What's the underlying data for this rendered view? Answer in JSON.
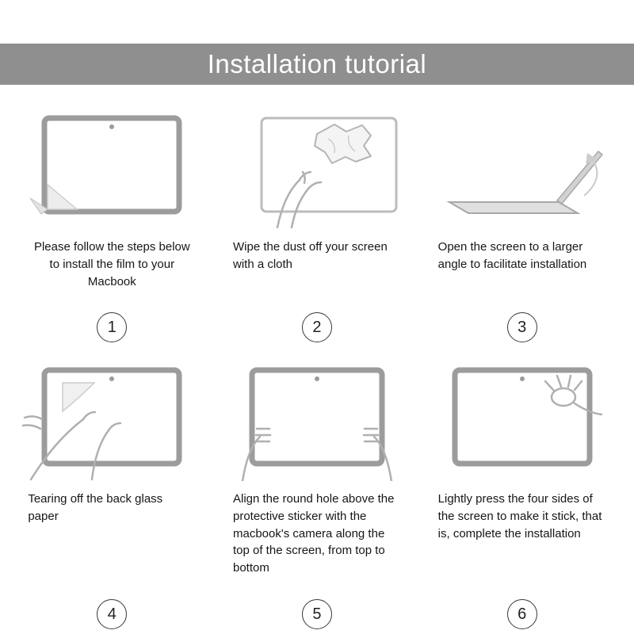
{
  "page": {
    "background": "#ffffff"
  },
  "banner": {
    "title": "Installation tutorial",
    "bg_color": "#8f8f8f",
    "text_color": "#ffffff"
  },
  "illustration_style": {
    "screen_line_color": "#9c9c9c",
    "hand_line_color": "#b0b0b0",
    "film_fill_color": "#ededed"
  },
  "steps": [
    {
      "number": "1",
      "caption": "Please follow the steps below to install the film to your Macbook",
      "illustration": "macbook-screen-with-peeled-film-corner"
    },
    {
      "number": "2",
      "caption": "Wipe the dust off your screen with a cloth",
      "illustration": "hand-wiping-screen-with-cloth"
    },
    {
      "number": "3",
      "caption": "Open the screen to a larger angle to facilitate installation",
      "illustration": "laptop-opened-to-wide-angle"
    },
    {
      "number": "4",
      "caption": "Tearing off the back glass paper",
      "illustration": "hands-tearing-back-glass-paper"
    },
    {
      "number": "5",
      "caption": "Align the round hole above the protective sticker with the macbook's camera along the top of the screen, from top to bottom",
      "illustration": "hands-aligning-film-with-camera"
    },
    {
      "number": "6",
      "caption": "Lightly press the four sides of the screen to make it stick, that is, complete the installation",
      "illustration": "hand-pressing-screen-four-sides"
    }
  ]
}
